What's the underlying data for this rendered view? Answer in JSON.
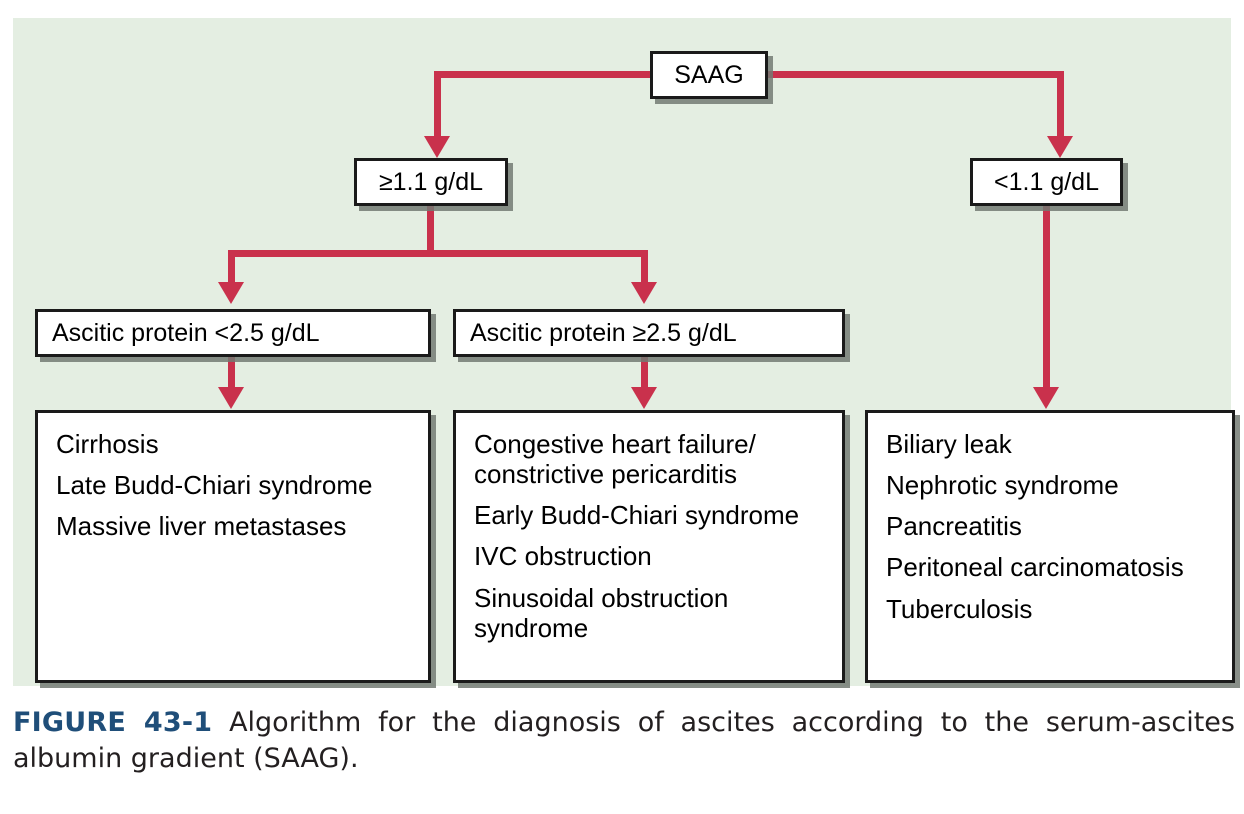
{
  "figure": {
    "background_color": "#e4eee2",
    "connector_color": "#c9314c",
    "label_color": "#1f4e79",
    "label": "FIGURE 43-1",
    "caption_text": " Algorithm for the diagnosis of ascites according to the serum-ascites albumin gradient (SAAG)."
  },
  "nodes": {
    "root": "SAAG",
    "saag_high": "≥1.1 g/dL",
    "saag_low": "<1.1 g/dL",
    "protein_low": "Ascitic protein <2.5 g/dL",
    "protein_high": "Ascitic protein ≥2.5 g/dL"
  },
  "outcomes": {
    "left": {
      "items": [
        "Cirrhosis",
        "Late Budd-Chiari syndrome",
        "Massive liver metastases"
      ]
    },
    "middle": {
      "items": [
        "Congestive heart failure/ constrictive pericarditis",
        "Early Budd-Chiari syndrome",
        "IVC obstruction",
        "Sinusoidal obstruction syndrome"
      ]
    },
    "right": {
      "items": [
        "Biliary leak",
        "Nephrotic syndrome",
        "Pancreatitis",
        "Peritoneal carcinomatosis",
        "Tuberculosis"
      ]
    }
  }
}
